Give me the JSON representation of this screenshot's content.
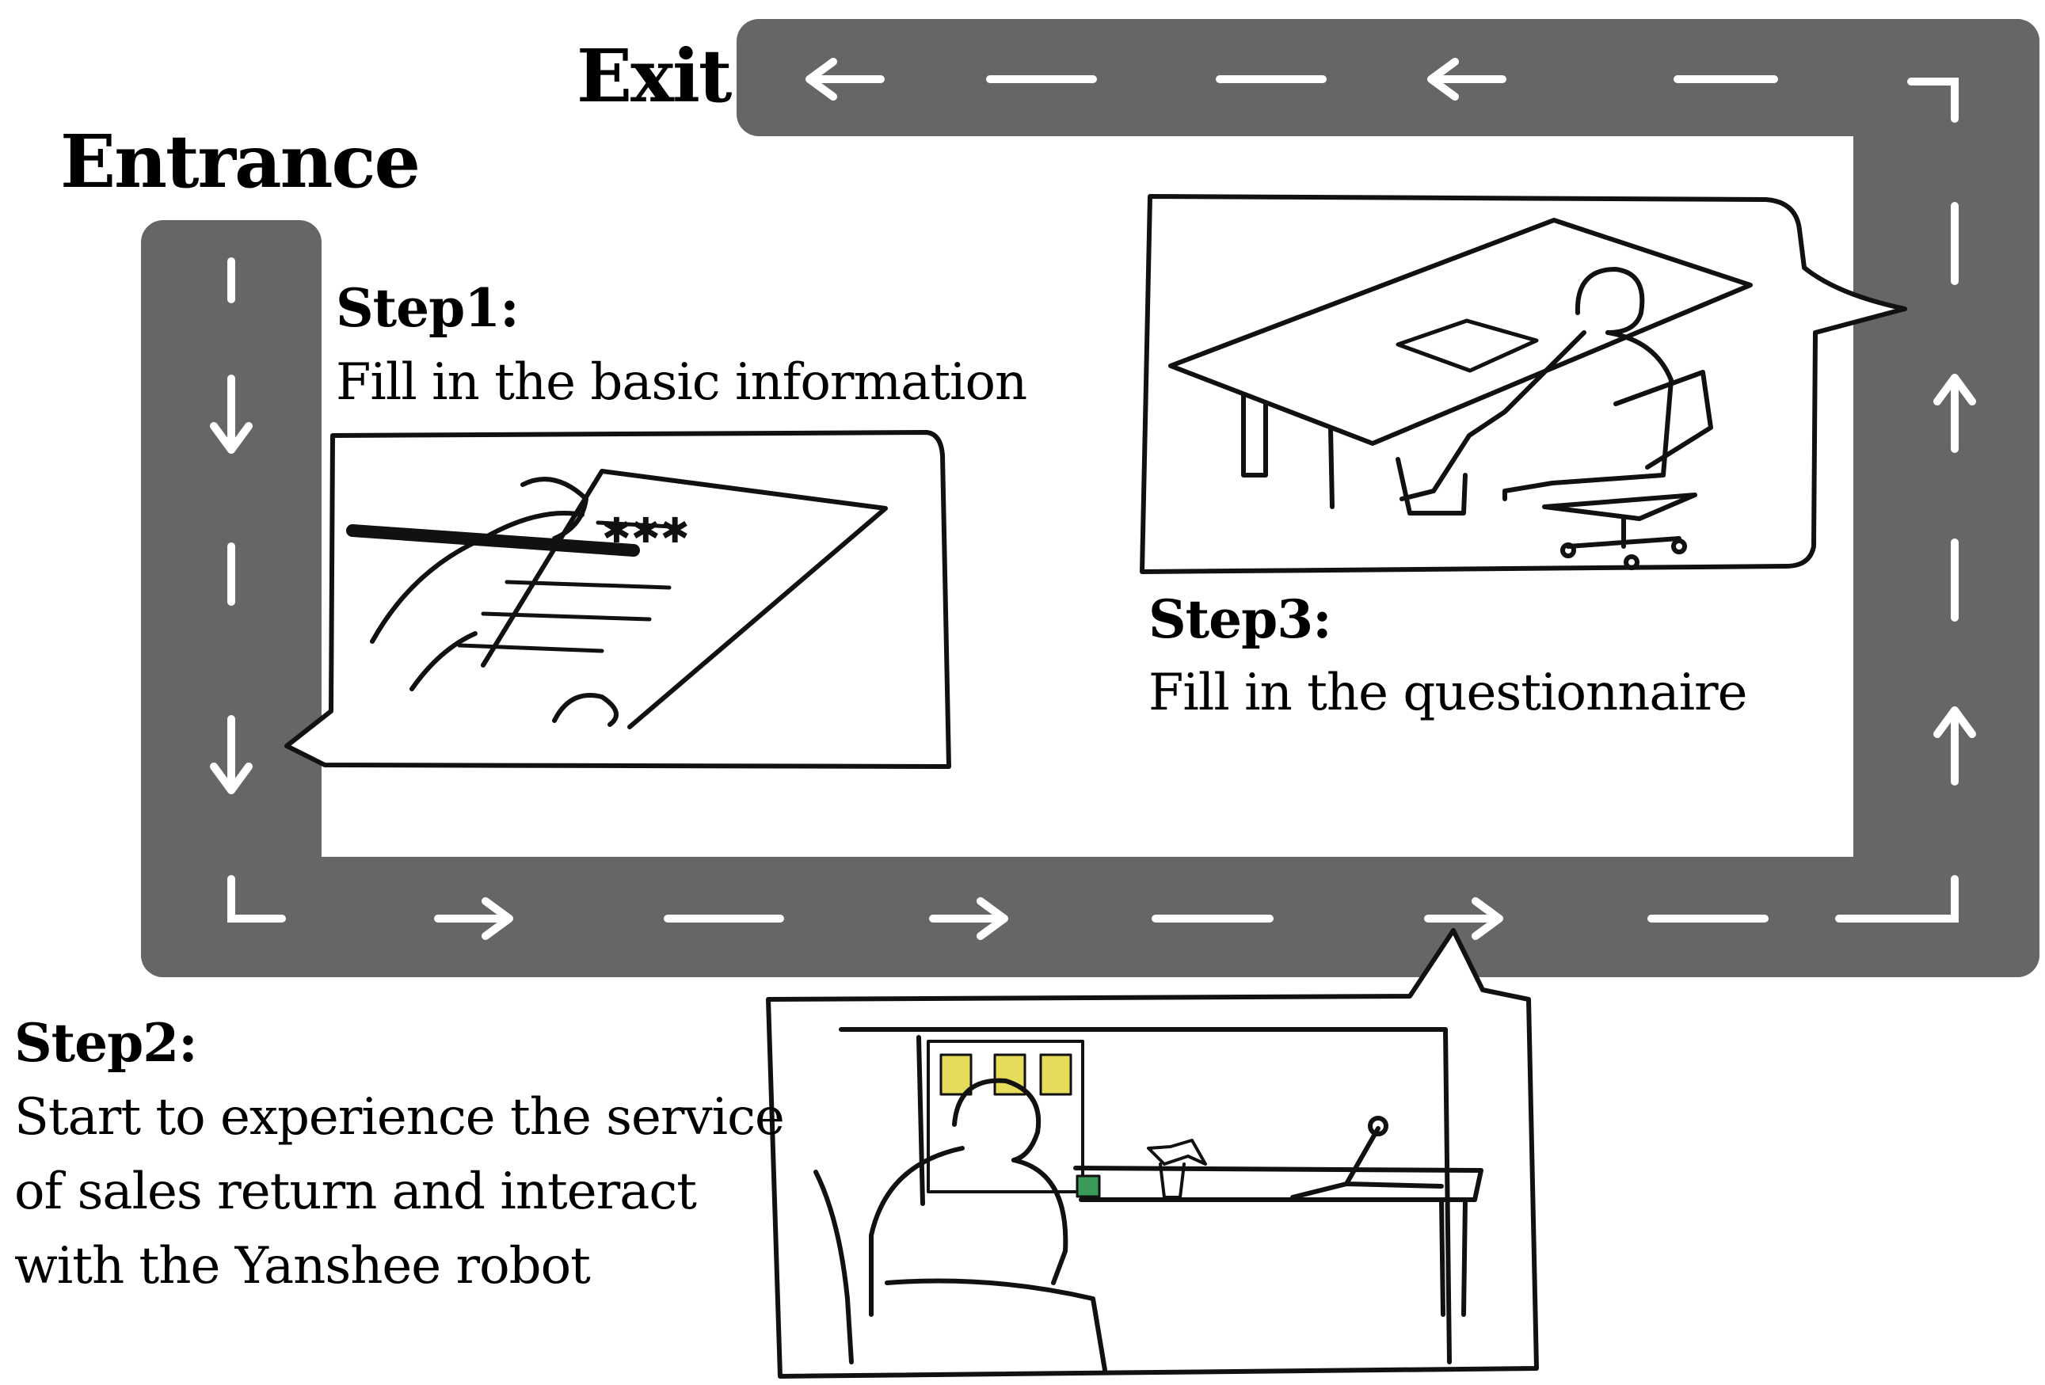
{
  "labels": {
    "exit": "Exit",
    "entrance": "Entrance"
  },
  "steps": [
    {
      "title": "Step1:",
      "lines": [
        "Fill in the basic information"
      ]
    },
    {
      "title": "Step2:",
      "lines": [
        "Start to experience the service",
        "of sales return and interact",
        "with the Yanshee robot"
      ]
    },
    {
      "title": "Step3:",
      "lines": [
        "Fill in the questionnaire"
      ]
    }
  ],
  "colors": {
    "road": "#666666",
    "marking": "#ffffff",
    "ink": "#111111"
  },
  "icons": [
    "arrow-icon",
    "hand-writing-form-sketch",
    "robot-interaction-sketch",
    "person-at-desk-sketch"
  ]
}
